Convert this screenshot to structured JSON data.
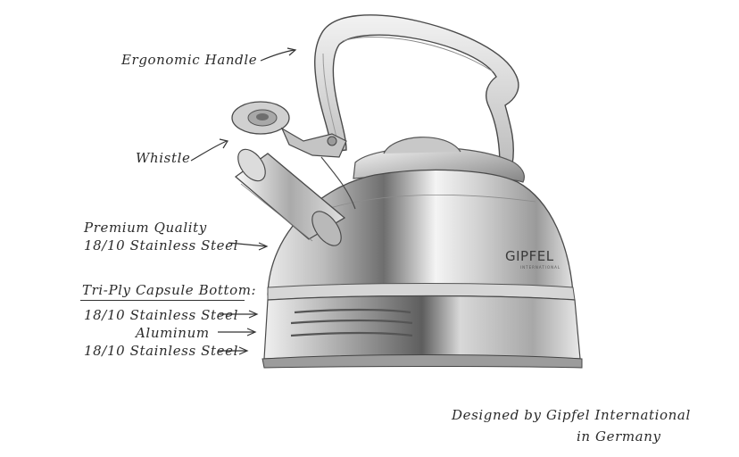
{
  "annotations": {
    "handle": "Ergonomic Handle",
    "whistle": "Whistle",
    "quality_line1": "Premium Quality",
    "quality_line2": "18/10 Stainless Steel",
    "triply_title": "Tri-Ply Capsule Bottom:",
    "layer1": "18/10 Stainless Steel",
    "layer2": "Aluminum",
    "layer3": "18/10 Stainless Steel"
  },
  "credit": {
    "line1": "Designed by Gipfel International",
    "line2": "in Germany"
  },
  "brand": {
    "logo": "GIPFEL",
    "sub": "INTERNATIONAL"
  }
}
